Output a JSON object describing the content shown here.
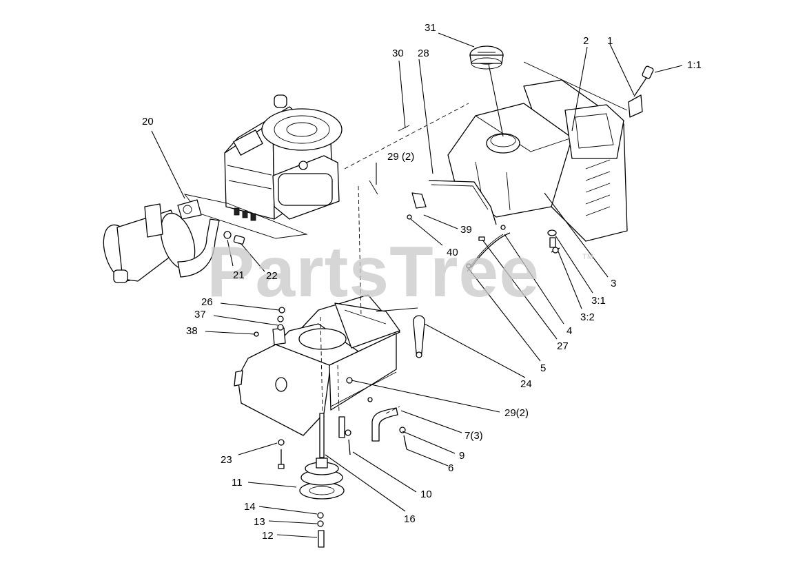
{
  "diagram": {
    "watermark": "PartsTree",
    "watermark_mark": "TM",
    "callouts": [
      {
        "id": "c31",
        "text": "31"
      },
      {
        "id": "c30",
        "text": "30"
      },
      {
        "id": "c28",
        "text": "28"
      },
      {
        "id": "c2",
        "text": "2"
      },
      {
        "id": "c1",
        "text": "1"
      },
      {
        "id": "c1_1",
        "text": "1:1"
      },
      {
        "id": "c20",
        "text": "20"
      },
      {
        "id": "c29a",
        "text": "29 (2)"
      },
      {
        "id": "c39",
        "text": "39"
      },
      {
        "id": "c40",
        "text": "40"
      },
      {
        "id": "c21",
        "text": "21"
      },
      {
        "id": "c22",
        "text": "22"
      },
      {
        "id": "c3",
        "text": "3"
      },
      {
        "id": "c3_1",
        "text": "3:1"
      },
      {
        "id": "c3_2",
        "text": "3:2"
      },
      {
        "id": "c26",
        "text": "26"
      },
      {
        "id": "c37",
        "text": "37"
      },
      {
        "id": "c38",
        "text": "38"
      },
      {
        "id": "c4",
        "text": "4"
      },
      {
        "id": "c27",
        "text": "27"
      },
      {
        "id": "c5",
        "text": "5"
      },
      {
        "id": "c24",
        "text": "24"
      },
      {
        "id": "c29b",
        "text": "29(2)"
      },
      {
        "id": "c7",
        "text": "7(3)"
      },
      {
        "id": "c9",
        "text": "9"
      },
      {
        "id": "c6",
        "text": "6"
      },
      {
        "id": "c23",
        "text": "23"
      },
      {
        "id": "c10",
        "text": "10"
      },
      {
        "id": "c11",
        "text": "11"
      },
      {
        "id": "c16",
        "text": "16"
      },
      {
        "id": "c14",
        "text": "14"
      },
      {
        "id": "c13",
        "text": "13"
      },
      {
        "id": "c12",
        "text": "12"
      }
    ]
  }
}
